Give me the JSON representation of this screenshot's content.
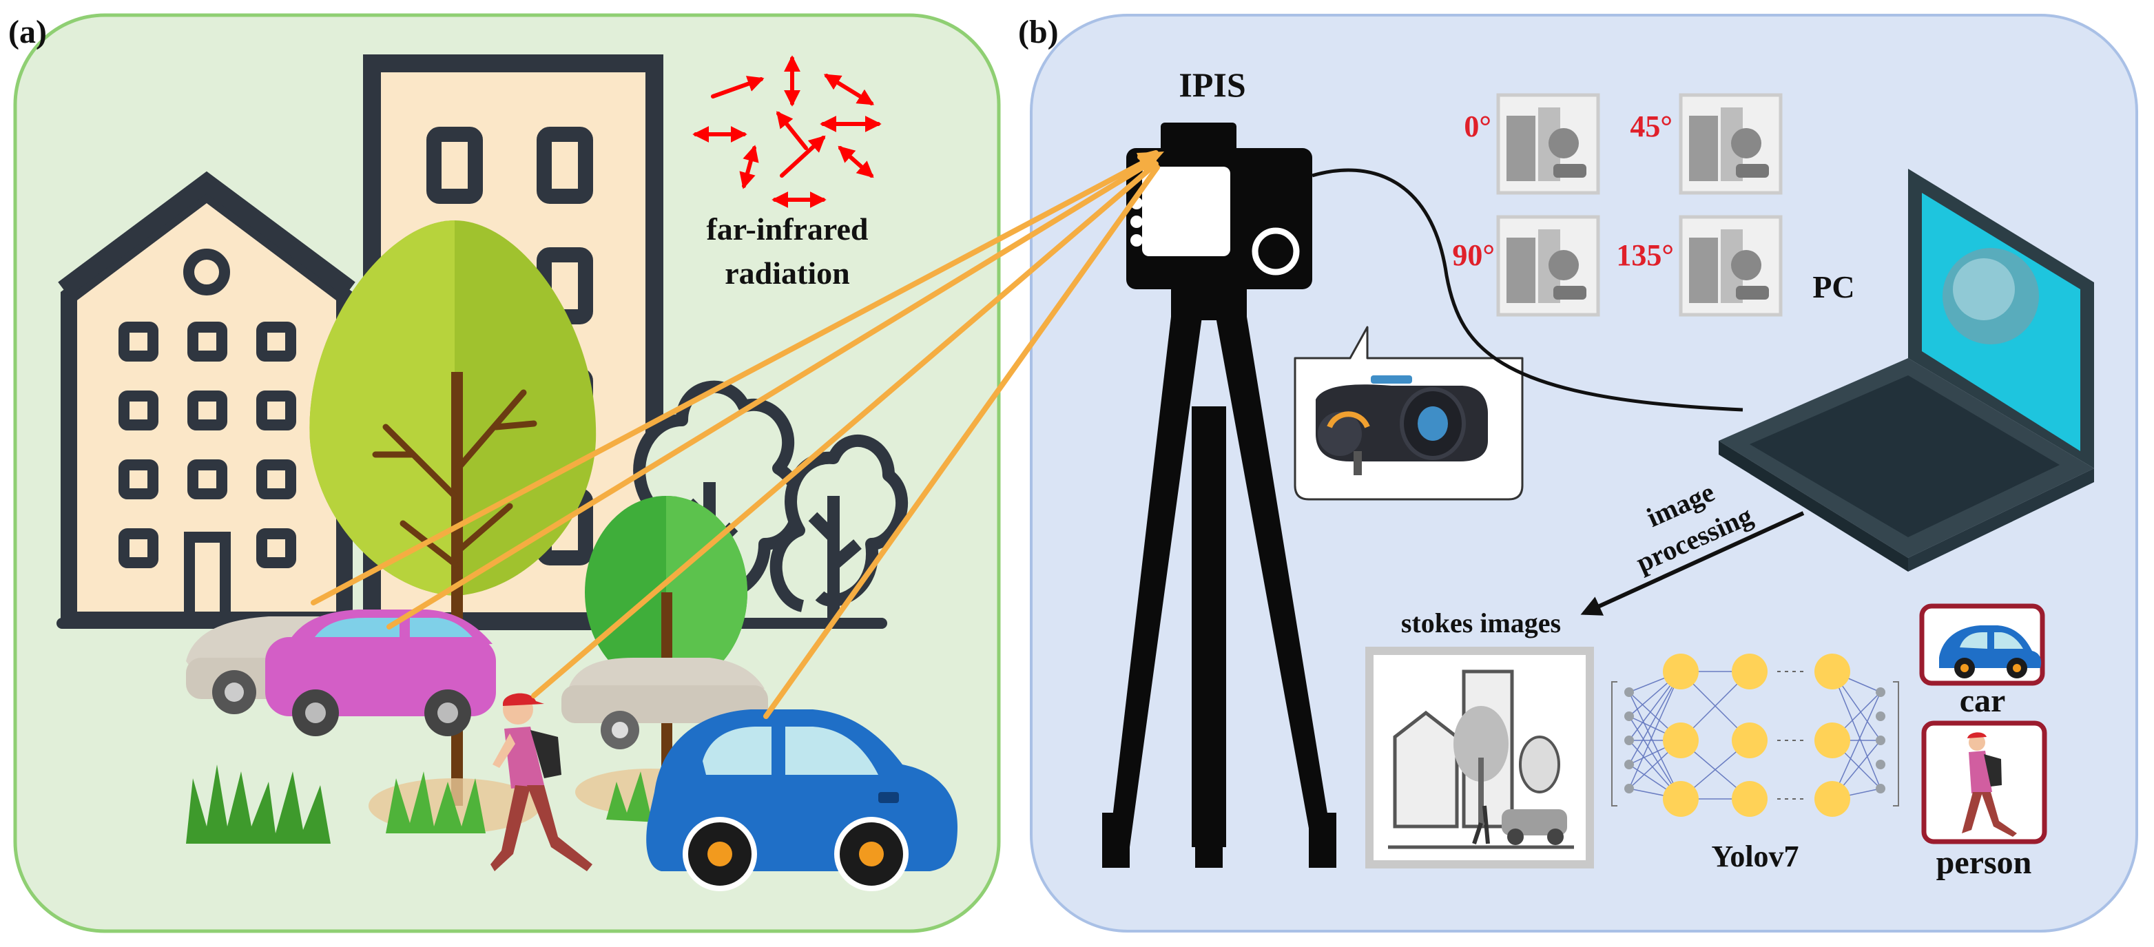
{
  "panels": {
    "a": {
      "label": "(a)",
      "bg": "#e1efd9",
      "border": "#8fcf73"
    },
    "b": {
      "label": "(b)",
      "bg": "#dae4f5",
      "border": "#a9c0e6"
    }
  },
  "radiation": {
    "line1": "far-infrared",
    "line2": "radiation",
    "arrow_color": "#ff0000"
  },
  "camera": {
    "label": "IPIS"
  },
  "angles": [
    {
      "label": "0°"
    },
    {
      "label": "45°"
    },
    {
      "label": "90°"
    },
    {
      "label": "135°"
    }
  ],
  "angle_color": "#e0202a",
  "pc": {
    "label": "PC"
  },
  "processing": {
    "line1": "image",
    "line2": "processing"
  },
  "stokes": {
    "label": "stokes images"
  },
  "network": {
    "label": "Yolov7"
  },
  "results": [
    {
      "label": "car"
    },
    {
      "label": "person"
    }
  ],
  "ray_color": "#f5ad42"
}
